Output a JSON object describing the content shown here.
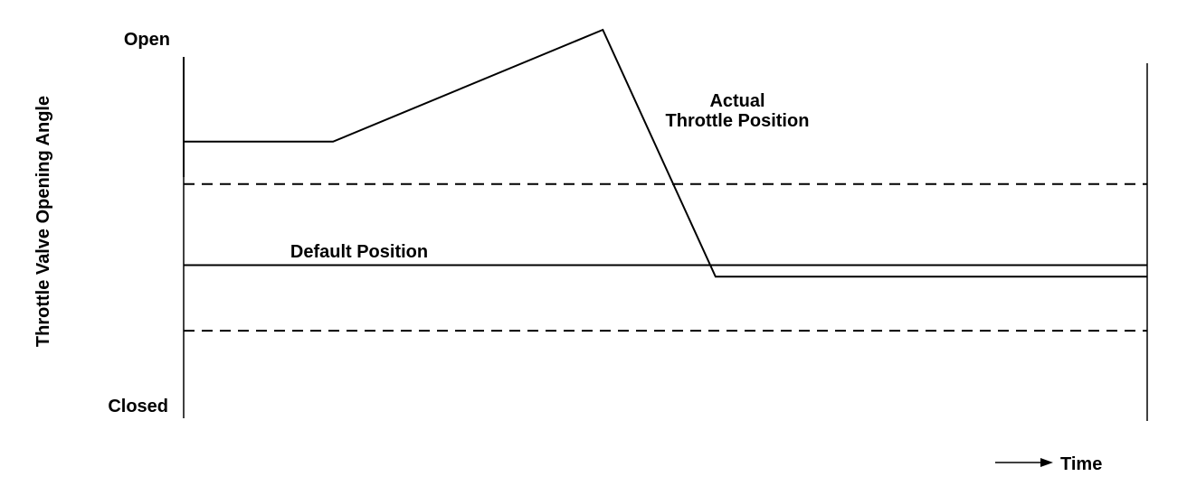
{
  "chart_data": {
    "type": "line",
    "ylabel": "Throttle Valve Opening Angle",
    "xlabel": "Time",
    "y_ticks": [
      {
        "value": 1.0,
        "label": "Open"
      },
      {
        "value": 0.0,
        "label": "Closed"
      }
    ],
    "ylim": [
      0,
      1.0
    ],
    "xlim": [
      0,
      100
    ],
    "grid": false,
    "series": [
      {
        "name": "Actual Throttle Position",
        "label_lines": [
          "Actual",
          "Throttle Position"
        ],
        "style": "solid",
        "points": [
          [
            0,
            0.71
          ],
          [
            15.5,
            0.71
          ],
          [
            43.5,
            1.0
          ],
          [
            55.2,
            0.36
          ],
          [
            100,
            0.36
          ]
        ]
      },
      {
        "name": "Default Position",
        "label_lines": [
          "Default Position"
        ],
        "style": "solid",
        "points": [
          [
            0,
            0.39
          ],
          [
            100,
            0.39
          ]
        ]
      },
      {
        "name": "",
        "style": "dashed",
        "points": [
          [
            0,
            0.6
          ],
          [
            100,
            0.6
          ]
        ]
      },
      {
        "name": "",
        "style": "dashed",
        "points": [
          [
            0,
            0.22
          ],
          [
            100,
            0.22
          ]
        ]
      }
    ],
    "colors": {
      "line": "#000000",
      "text": "#000000",
      "background": "#ffffff"
    }
  }
}
